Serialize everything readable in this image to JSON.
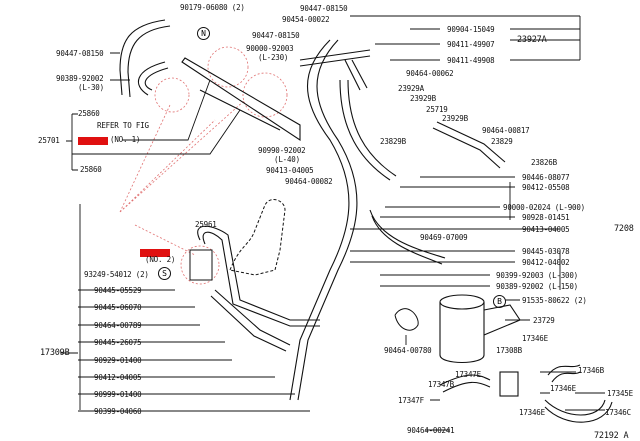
{
  "diagram": {
    "id": "72192 A",
    "accent_color": "#e01010",
    "markers": {
      "n": "N",
      "s": "S",
      "b": "B"
    },
    "callouts": {
      "c01": "90179-06080 (2)",
      "c02": "90447-08150",
      "c03": "90389-92002",
      "c04": "(L-30)",
      "c05": "25860",
      "c06": "REFER TO FIG",
      "c07": "25701",
      "c08": "(NO. 1)",
      "c09": "25860",
      "c10": "90447-08150",
      "c11": "90454-00022",
      "c12": "90447-08150",
      "c13": "90000-92003",
      "c14": "(L-230)",
      "c15": "90990-92002",
      "c16": "(L-40)",
      "c17": "90413-04005",
      "c18": "90464-00082",
      "c19": "90904-15049",
      "c20": "90411-49907",
      "c21": "90411-49908",
      "c22": "23927A",
      "c23": "90464-00062",
      "c24": "23929A",
      "c25": "23929B",
      "c26": "25719",
      "c27": "23929B",
      "c28": "90464-00817",
      "c29": "23829",
      "c30": "23829B",
      "c31": "23826B",
      "c32": "90446-08077",
      "c33": "90412-05508",
      "c34": "90000-02024 (L-900)",
      "c35": "90928-01451",
      "c36": "90413-04005",
      "c37": "7208",
      "c38": "90469-07009",
      "c39": "90445-03078",
      "c40": "90412-04002",
      "c41": "90399-92003 (L-300)",
      "c42": "90389-92002 (L-150)",
      "c43": "91535-80622 (2)",
      "c44": "23729",
      "c45": "90464-00780",
      "c46": "17346E",
      "c47": "17308B",
      "c48": "17346B",
      "c49": "17347E",
      "c50": "17347B",
      "c51": "17346E",
      "c52": "17345E",
      "c53": "17347F",
      "c54": "17346C",
      "c55": "17346E",
      "c56": "90464-00241",
      "c57": "25961",
      "c58": "(NO. 2)",
      "c59": "93249-54012 (2)",
      "c60": "90445-05529",
      "c61": "90445-06070",
      "c62": "90464-00789",
      "c63": "90445-26075",
      "c64": "90929-01400",
      "c65": "90412-04005",
      "c66": "90999-01400",
      "c67": "90399-04060",
      "c68": "17309B"
    }
  }
}
